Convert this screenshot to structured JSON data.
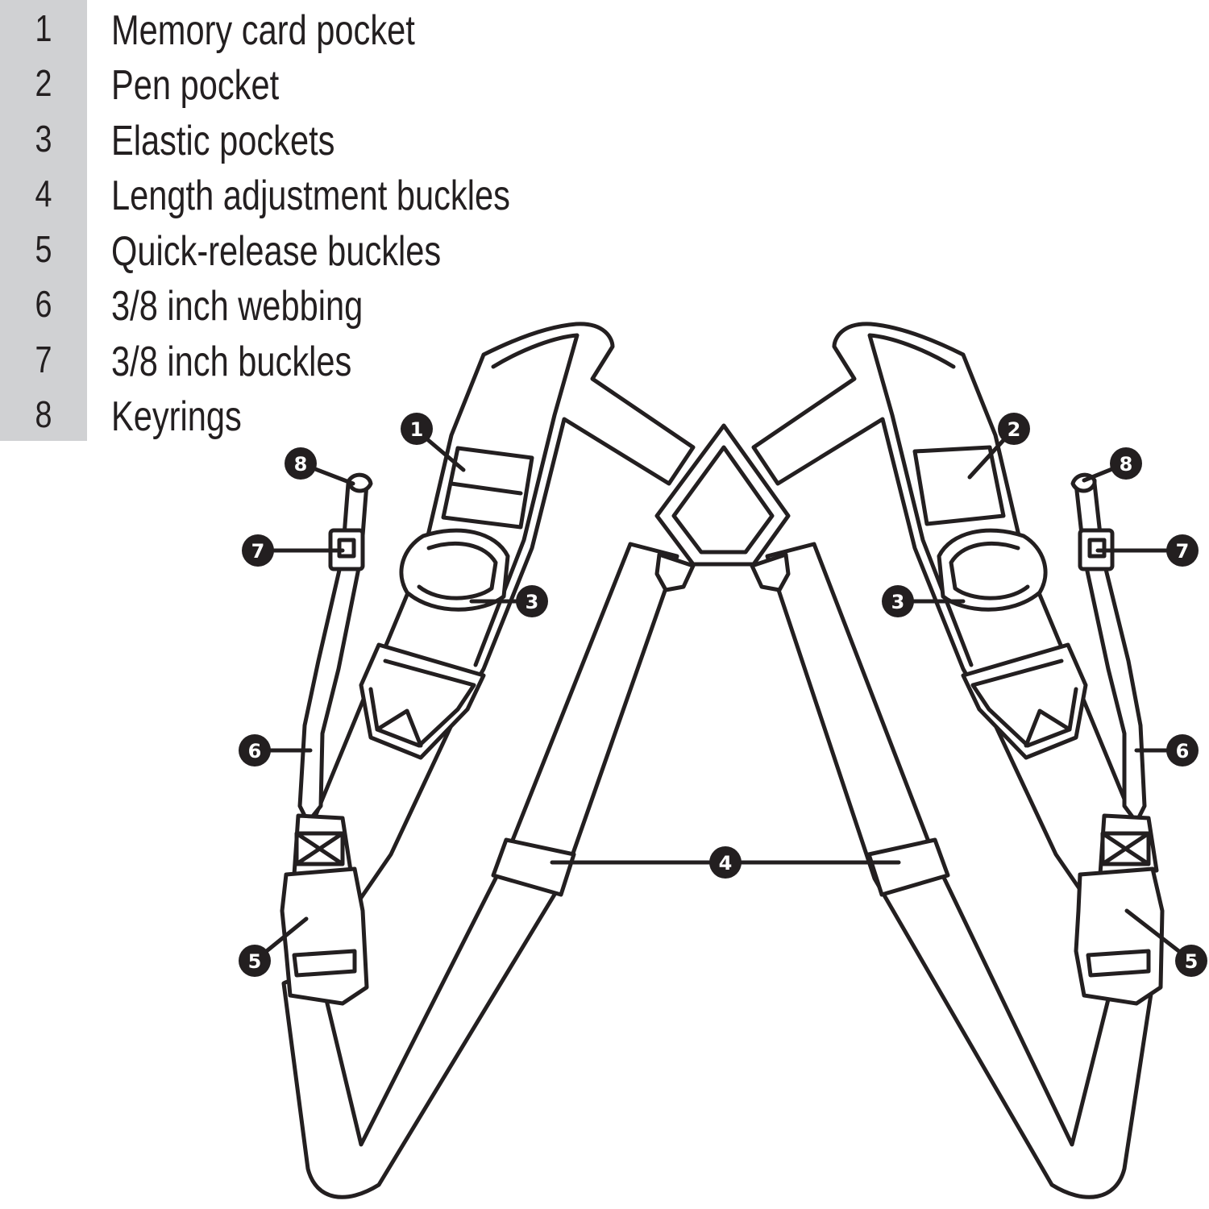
{
  "legend": {
    "items": [
      {
        "number": "1",
        "label": "Memory card pocket"
      },
      {
        "number": "2",
        "label": "Pen pocket"
      },
      {
        "number": "3",
        "label": "Elastic pockets"
      },
      {
        "number": "4",
        "label": "Length adjustment buckles"
      },
      {
        "number": "5",
        "label": "Quick-release buckles"
      },
      {
        "number": "6",
        "label": "3/8 inch webbing"
      },
      {
        "number": "7",
        "label": "3/8 inch buckles"
      },
      {
        "number": "8",
        "label": "Keyrings"
      }
    ]
  },
  "callouts": {
    "c1": "1",
    "c2": "2",
    "c3_left": "3",
    "c3_right": "3",
    "c4": "4",
    "c5_left": "5",
    "c5_right": "5",
    "c6_left": "6",
    "c6_right": "6",
    "c7_left": "7",
    "c7_right": "7",
    "c8_left": "8",
    "c8_right": "8"
  },
  "colors": {
    "line": "#231f20",
    "legend_band": "#d0d1d3",
    "background": "#ffffff"
  }
}
